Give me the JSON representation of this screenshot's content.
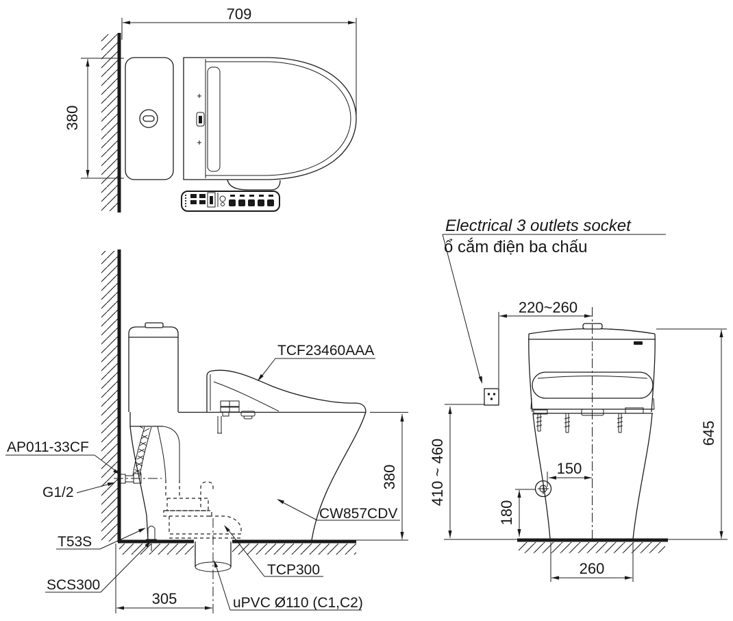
{
  "meta": {
    "background_color": "#ffffff",
    "line_color": "#1a1a1a"
  },
  "top_view": {
    "width_dim": "709",
    "depth_dim": "380"
  },
  "side_view": {
    "dim_seat_height": "380",
    "dim_drain_offset": "305",
    "label_washlet": "TCF23460AAA",
    "label_bowl": "CW857CDV",
    "label_angle_valve": "AP011-33CF",
    "label_thread": "G1/2",
    "label_fixing_bolt": "T53S",
    "label_floor_flange": "SCS300",
    "label_drain_socket": "TCP300",
    "label_drain_pipe": "uPVC Ø110 (C1,C2)"
  },
  "front_view": {
    "note_en": "Electrical 3 outlets socket",
    "note_vi": "ổ cắm điện ba chấu",
    "dim_socket_offset": "220~260",
    "dim_socket_height": "410 ~ 460",
    "dim_total_height": "645",
    "dim_supply_offset": "150",
    "dim_supply_height": "180",
    "dim_base_width": "260"
  }
}
